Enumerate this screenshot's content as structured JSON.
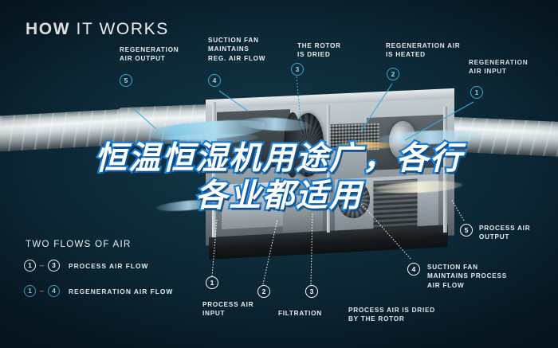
{
  "header": {
    "title_bold": "HOW",
    "title_light": " IT WORKS"
  },
  "overlay": {
    "line1": "恒温恒湿机用途广，各行",
    "line2": "各业都适用"
  },
  "legend": {
    "title": "TWO FLOWS OF AIR",
    "rows": [
      {
        "from": "1",
        "to": "3",
        "dash": "–",
        "label": "PROCESS AIR FLOW",
        "style": "white"
      },
      {
        "from": "1",
        "to": "4",
        "dash": "–",
        "label": "REGENERATION AIR FLOW",
        "style": "blue"
      }
    ]
  },
  "callouts": [
    {
      "id": "regeneration-air-output",
      "num": "5",
      "text": "REGENERATION\nAIR OUTPUT",
      "style": "blue"
    },
    {
      "id": "suction-fan-reg-air-flow",
      "num": "4",
      "text": "SUCTION FAN\nMAINTAINS\nREG. AIR FLOW",
      "style": "blue"
    },
    {
      "id": "the-rotor-is-dried",
      "num": "3",
      "text": "THE ROTOR\nIS DRIED",
      "style": "blue"
    },
    {
      "id": "regeneration-air-is-heated",
      "num": "2",
      "text": "REGENERATION AIR\nIS HEATED",
      "style": "blue"
    },
    {
      "id": "regeneration-air-input",
      "num": "1",
      "text": "REGENERATION\nAIR INPUT",
      "style": "blue"
    },
    {
      "id": "process-air-output",
      "num": "5",
      "text": "PROCESS AIR\nOUTPUT",
      "style": "white"
    },
    {
      "id": "suction-fan-process-air-flow",
      "num": "4",
      "text": "SUCTION FAN\nMAINTAINS PROCESS\nAIR FLOW",
      "style": "white"
    },
    {
      "id": "process-air-input",
      "num": "1",
      "text": "PROCESS AIR\nINPUT",
      "style": "white"
    },
    {
      "id": "filtration",
      "num": "2",
      "text": "FILTRATION",
      "style": "white"
    },
    {
      "id": "process-air-is-dried-by-rotor",
      "num": "3",
      "text": "PROCESS AIR IS DRIED\nBY THE ROTOR",
      "style": "white"
    }
  ],
  "colors": {
    "background": "#0e2c3a",
    "accent_blue": "#3fa9d4",
    "text_white": "#e8eef1",
    "overlay_stroke": "#1b7fd4"
  }
}
